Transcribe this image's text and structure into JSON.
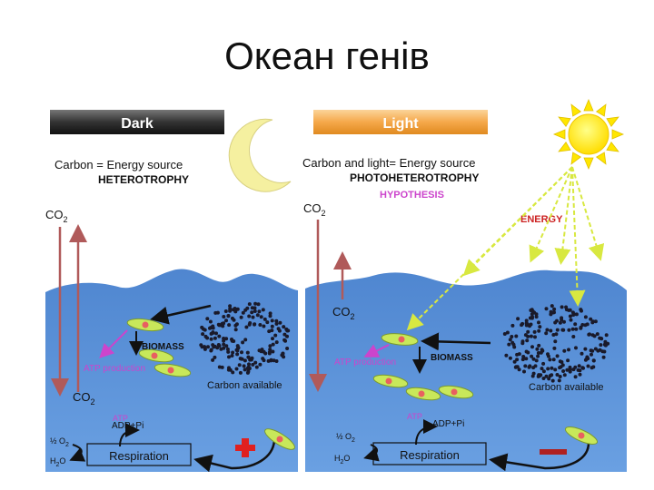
{
  "slide": {
    "title": "Океан генів"
  },
  "dark": {
    "header": "Dark",
    "energy_source": "Carbon = Energy source",
    "mode": "HETEROTROPHY",
    "co2_top": "CO",
    "co2_top_sub": "2",
    "co2_bottom": "CO",
    "co2_bottom_sub": "2",
    "biomass": "BIOMASS",
    "atp_production": "ATP production",
    "carbon_available": "Carbon available",
    "atp": "ATP",
    "adp_pi": "ADP+Pi",
    "half_o2": "½ O",
    "half_o2_sub": "2",
    "h2o": "H",
    "h2o_sub": "2",
    "h2o_tail": "O",
    "respiration": "Respiration",
    "sign": "plus"
  },
  "light": {
    "header": "Light",
    "energy_source": "Carbon and light= Energy source",
    "mode": "PHOTOHETEROTROPHY",
    "hypothesis": "HYPOTHESIS",
    "energy": "ENERGY",
    "co2_top": "CO",
    "co2_top_sub": "2",
    "co2_mid": "CO",
    "co2_mid_sub": "2",
    "biomass": "BIOMASS",
    "atp_production": "ATP production",
    "carbon_available": "Carbon available",
    "atp": "ATP",
    "adp_pi": "ADP+Pi",
    "half_o2": "½ O",
    "half_o2_sub": "2",
    "h2o": "H",
    "h2o_sub": "2",
    "h2o_tail": "O",
    "respiration": "Respiration",
    "sign": "minus"
  },
  "colors": {
    "ocean": "#5b8fd6",
    "ocean_dark": "#3f72bf",
    "dark_header": "#3a3a3a",
    "light_header": "#f5a84a",
    "co2_arrow": "#b05a5a",
    "magenta": "#cc44cc",
    "energy_red": "#cc2222",
    "sun": "#ffee00",
    "moon": "#f5f0a0",
    "bacteria_green": "#c8e85a",
    "bacteria_red": "#e86060",
    "energy_arrow": "#d8e840"
  }
}
